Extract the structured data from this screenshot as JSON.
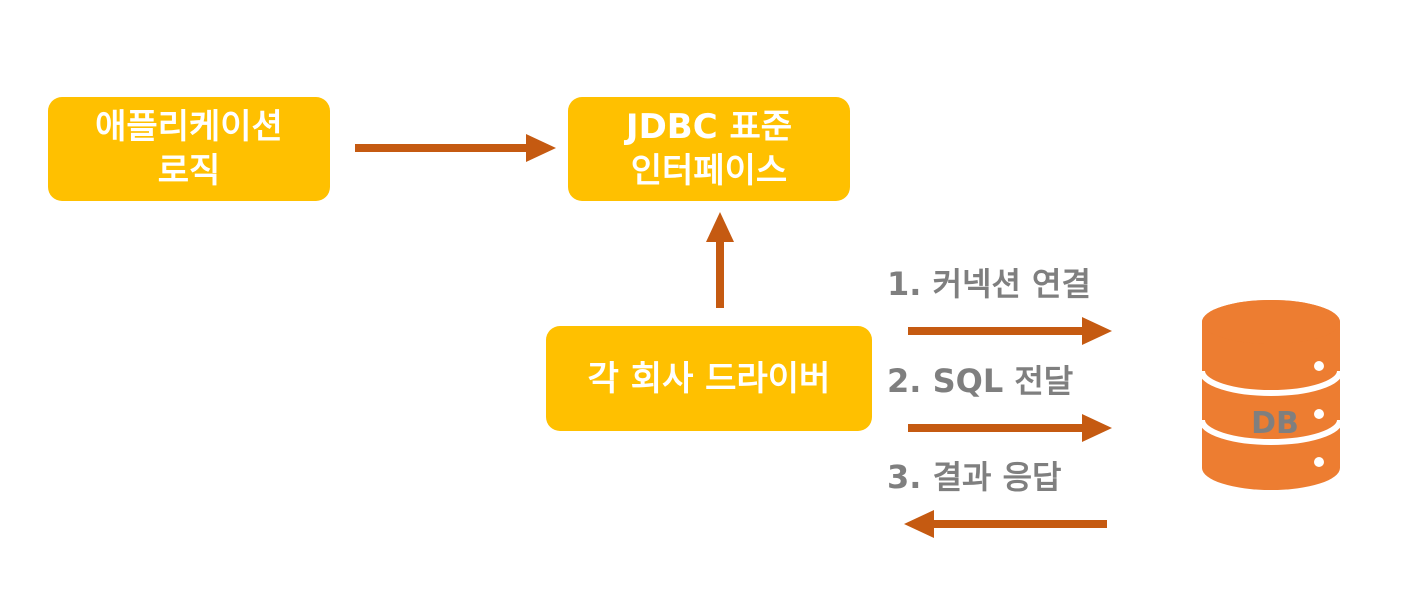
{
  "boxes": {
    "app_logic": "애플리케이션\n로직",
    "jdbc_interface": "JDBC 표준\n인터페이스",
    "driver": "각 회사 드라이버"
  },
  "steps": {
    "connect": "1. 커넥션 연결",
    "sql": "2. SQL 전달",
    "response": "3. 결과 응답"
  },
  "database": {
    "label": "DB"
  },
  "colors": {
    "box_fill": "#FFC000",
    "arrow": "#C55A11",
    "db_fill": "#ED7D31",
    "step_text": "#7F7F7F",
    "db_text": "#7F7F7F"
  }
}
